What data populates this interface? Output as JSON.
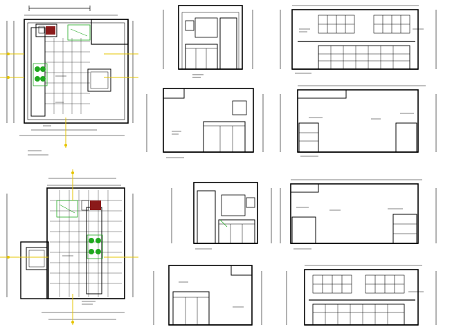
{
  "sheet": {
    "background": "#ffffff",
    "line_color": "#000000",
    "accent_green": "#1fa81f",
    "accent_yellow": "#e6c400",
    "accent_red": "#8b1a1a"
  },
  "views": [
    {
      "id": "plan-1",
      "kind": "floor-plan"
    },
    {
      "id": "plan-2",
      "kind": "floor-plan"
    },
    {
      "id": "elev-1",
      "kind": "elevation"
    },
    {
      "id": "elev-2",
      "kind": "elevation"
    },
    {
      "id": "elev-3",
      "kind": "elevation"
    },
    {
      "id": "elev-4",
      "kind": "elevation"
    },
    {
      "id": "elev-5",
      "kind": "elevation"
    },
    {
      "id": "elev-6",
      "kind": "elevation"
    },
    {
      "id": "elev-7",
      "kind": "elevation"
    },
    {
      "id": "elev-8",
      "kind": "elevation"
    }
  ]
}
